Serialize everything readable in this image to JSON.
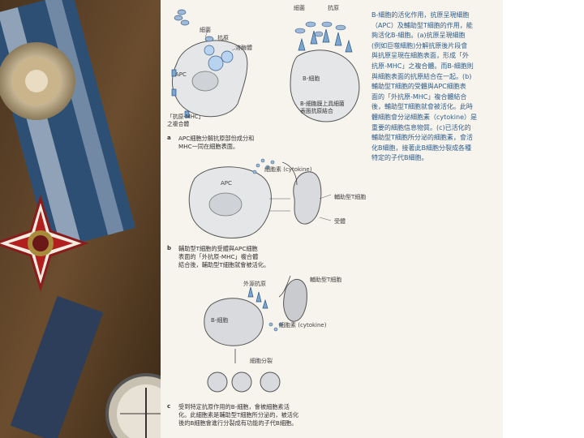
{
  "figure": {
    "side_text": "B-細胞的活化作用，抗原呈現細胞\n（APC）及輔助型T細胞的作用，能\n夠活化B-細胞。(a)抗原呈現細胞\n(例如巨噬細胞)分解抗原後片段會\n與抗原呈現在細胞表面，形成「外\n抗原-MHC」之複合體。而B-細胞則\n與細胞表面的抗原結合在一起。(b)\n輔助型T細胞的受體與APC細胞表\n面的「外抗原-MHC」複合體結合\n後，輔助型T細胞就會被活化。此時\n體細胞會分泌細胞素（cytokine）是\n重要的細胞信息物質。(c)已活化的\n輔助型T細胞所分泌的細胞素，會活\n化B細胞，接著此B細胞分裂成各種\n特定的子代B細胞。",
    "panel_a": {
      "labels": {
        "pathogen": "細菌",
        "antigen": "抗原",
        "fragments": "細菌",
        "antigen2": "抗原",
        "vesicle": "溶酶體",
        "apc": "APC",
        "bcell": "B-細胞",
        "complex": "「抗原-MHC」\n之複合體",
        "bcell_note": "B-細胞膜上具細菌\n表面抗原結合"
      },
      "caption_letter": "a",
      "caption": "APC細胞分解抗原部份成分和\nMHC一同在細胞表面。"
    },
    "panel_b": {
      "labels": {
        "cytokine": "細胞素 (cytokine)",
        "apc": "APC",
        "helper_t": "輔助型T細胞",
        "receptor": "受體"
      },
      "caption_letter": "b",
      "caption": "輔助型T細胞的受體與APC細胞\n表面的「外抗原-MHC」複合體\n結合後，輔助型T細胞就會被活化。"
    },
    "panel_c": {
      "labels": {
        "foreign_antigen": "外源抗原",
        "helper_t": "輔助型T細胞",
        "bcell": "B-細胞",
        "cytokine": "細胞素 (cytokine)",
        "division": "細胞分裂"
      },
      "caption_letter": "c",
      "caption": "受到特定抗原作用的B-細胞，會被細胞素活\n化。此細胞素是輔助型T細胞所分泌的，被活化\n後的B細胞會進行分裂成有功能的子代B細胞。"
    }
  }
}
